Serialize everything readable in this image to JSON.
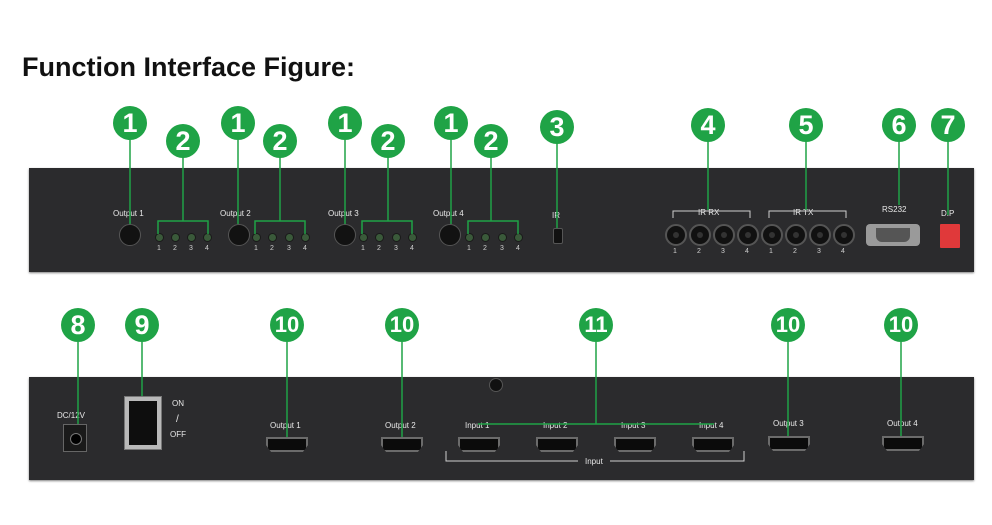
{
  "title": "Function Interface Figure:",
  "badges": {
    "b1": "1",
    "b2": "2",
    "b3": "3",
    "b4": "4",
    "b5": "5",
    "b6": "6",
    "b7": "7",
    "b8": "8",
    "b9": "9",
    "b10": "10",
    "b11": "11"
  },
  "front": {
    "output1": "Output 1",
    "output2": "Output 2",
    "output3": "Output 3",
    "output4": "Output 4",
    "led_nums": [
      "1",
      "2",
      "3",
      "4"
    ],
    "ir": "IR",
    "ir_rx": "IR RX",
    "ir_tx": "IR TX",
    "rs232": "RS232",
    "dip": "DIP"
  },
  "back": {
    "dc": "DC/12V",
    "on": "ON",
    "slash": "/",
    "off": "OFF",
    "output1": "Output 1",
    "output2": "Output 2",
    "output3": "Output 3",
    "output4": "Output 4",
    "input1": "Input 1",
    "input2": "Input 2",
    "input3": "Input 3",
    "input4": "Input 4",
    "input_group": "Input"
  },
  "colors": {
    "badge": "#1fa346",
    "panel": "#2b2b2d",
    "dip": "#e0393a"
  }
}
